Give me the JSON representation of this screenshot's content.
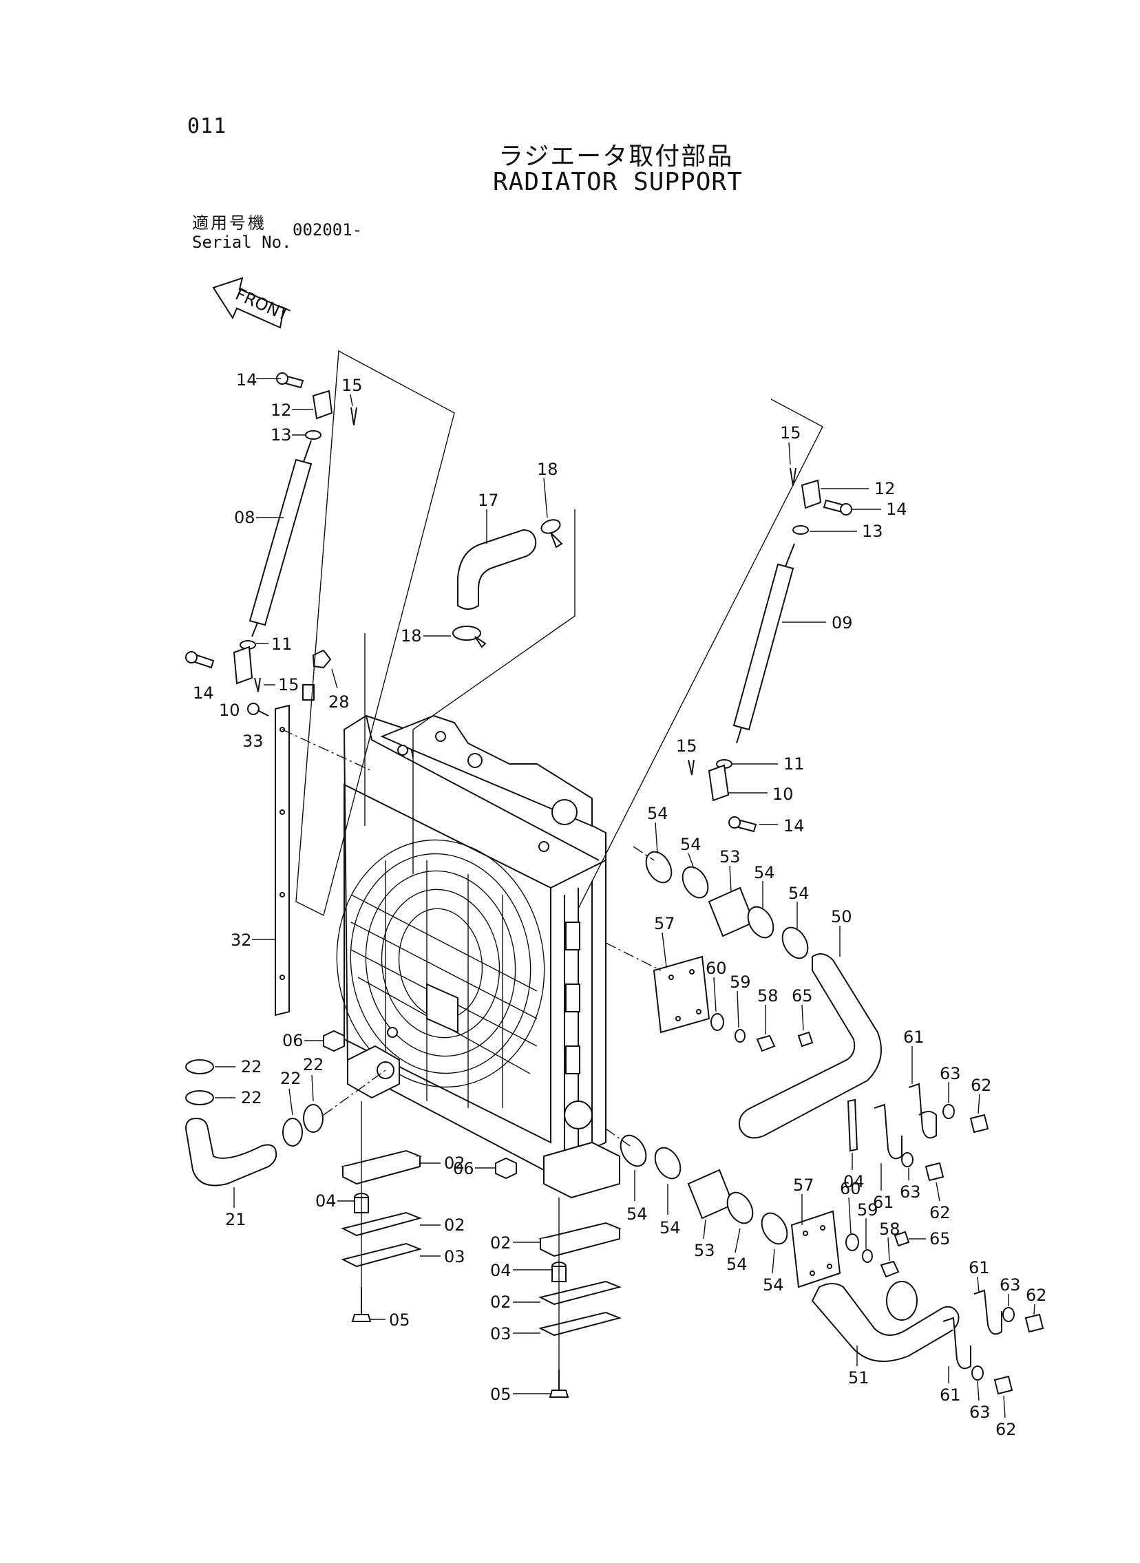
{
  "header": {
    "page_number": "011",
    "title_jp": "ラジエータ取付部品",
    "title_en": "RADIATOR SUPPORT",
    "serial_label_jp": "適用号機",
    "serial_label_en": "Serial No.",
    "serial_value": "002001-",
    "front_arrow_label": "FRONT"
  },
  "callouts": {
    "c14a": "14",
    "c12a": "12",
    "c13a": "13",
    "c15a": "15",
    "c08": "08",
    "c17": "17",
    "c18a": "18",
    "c18b": "18",
    "c11a": "11",
    "c14b": "14",
    "c15b": "15",
    "c10a": "10",
    "c28": "28",
    "c33": "33",
    "c15c": "15",
    "c12b": "12",
    "c14c": "14",
    "c13b": "13",
    "c09": "09",
    "c15d": "15",
    "c11b": "11",
    "c10b": "10",
    "c14d": "14",
    "c32": "32",
    "c06a": "06",
    "c22a": "22",
    "c22b": "22",
    "c22c": "22",
    "c22d": "22",
    "c21": "21",
    "c02a": "02",
    "c04a": "04",
    "c02b": "02",
    "c03a": "03",
    "c05a": "05",
    "c06b": "06",
    "c02c": "02",
    "c04b": "04",
    "c02d": "02",
    "c03b": "03",
    "c05b": "05",
    "c54a": "54",
    "c54b": "54",
    "c53a": "53",
    "c54c": "54",
    "c54d": "54",
    "c50": "50",
    "c57a": "57",
    "c60a": "60",
    "c59a": "59",
    "c58a": "58",
    "c65a": "65",
    "c61a": "61",
    "c63a": "63",
    "c62a": "62",
    "c04c": "04",
    "c61b": "61",
    "c63b": "63",
    "c62b": "62",
    "c54e": "54",
    "c54f": "54",
    "c53b": "53",
    "c54g": "54",
    "c54h": "54",
    "c57b": "57",
    "c60b": "60",
    "c59b": "59",
    "c58b": "58",
    "c65b": "65",
    "c61c": "61",
    "c63c": "63",
    "c62c": "62",
    "c51": "51",
    "c61d": "61",
    "c63d": "63",
    "c62d": "62"
  }
}
